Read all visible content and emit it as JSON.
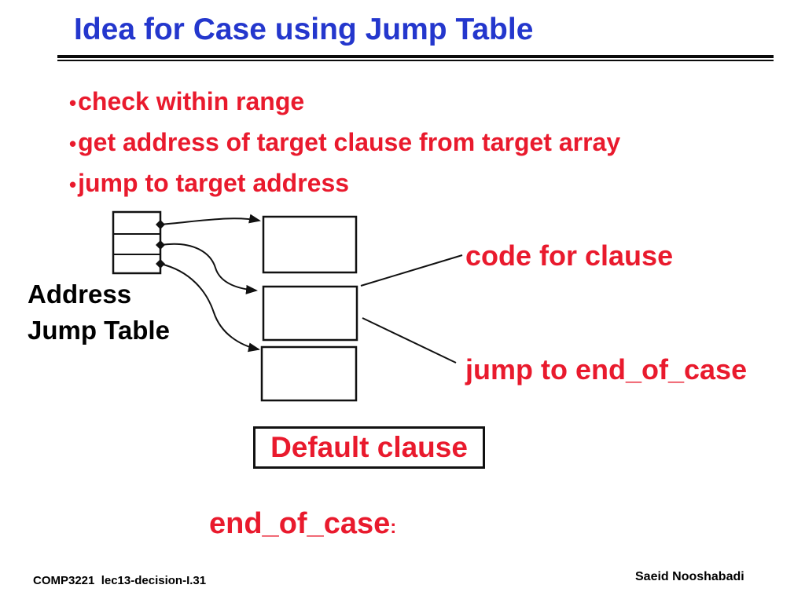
{
  "slide": {
    "title": "Idea for Case using Jump Table",
    "bullet_char": "•",
    "bullets": [
      "check within range",
      "get address of target clause from target array",
      "jump to target address"
    ],
    "diagram": {
      "table_label_line1": "Address",
      "table_label_line2": "Jump Table",
      "code_label": "code for clause",
      "jump_label": "jump to end_of_case",
      "default_box_label": "Default clause",
      "end_label": "end_of_case",
      "end_label_colon": ":"
    },
    "footer": {
      "left": "COMP3221  lec13-decision-I.31",
      "right": "Saeid Nooshabadi"
    },
    "colors": {
      "title_blue": "#2437cd",
      "accent_red": "#e91a2d",
      "line_black": "#000000"
    }
  }
}
